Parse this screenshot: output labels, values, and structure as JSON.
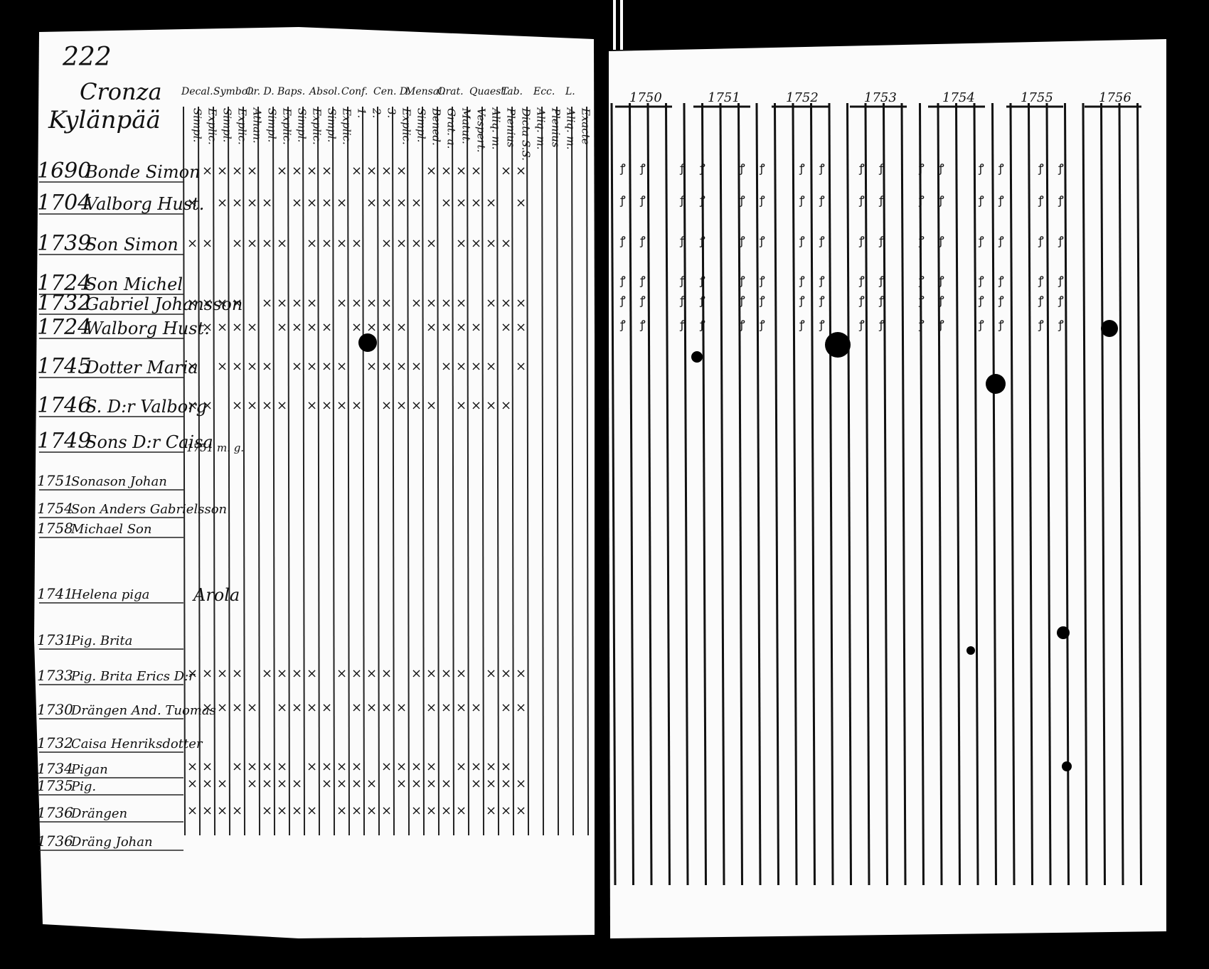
{
  "page_number": "222",
  "parish_title": [
    "Cronza",
    "Kylänpää"
  ],
  "column_group_headers": [
    "Decal.",
    "Symbol.",
    "Or. D.",
    "Baps.",
    "Absol.",
    "Conf.",
    "Cen. D.",
    "Mensal.",
    "Orat.",
    "Quaest.",
    "Tab.",
    "Ecc.",
    "L."
  ],
  "sub_columns": [
    "Simpl.",
    "Explic.",
    "Simpl.",
    "Explic.",
    "Athan.",
    "Simpl.",
    "Explic.",
    "Simpl.",
    "Explic.",
    "Simpl.",
    "Explic.",
    "1.",
    "2.",
    "3.",
    "Explic.",
    "Simpl.",
    "Bened.",
    "Grat. a.",
    "Matut.",
    "Vespert.",
    "Aliq. m.",
    "Plenius",
    "Dicta S.S.",
    "Aliq. m.",
    "Plenius",
    "Aliq. m.",
    "Exacte"
  ],
  "year_headers": [
    "1750",
    "1751",
    "1752",
    "1753",
    "1754",
    "1755",
    "1756"
  ],
  "entries": [
    {
      "birth": "1690",
      "name": "Bonde Simon"
    },
    {
      "birth": "1704",
      "name": "Valborg Hust."
    },
    {
      "birth": "1739",
      "name": "Son Simon"
    },
    {
      "birth": "1724",
      "name": "Son Michel"
    },
    {
      "birth": "1732",
      "name": "Gabriel Johansson"
    },
    {
      "birth": "1724",
      "name": "Walborg Hust."
    },
    {
      "birth": "1745",
      "name": "Dotter Maria"
    },
    {
      "birth": "1746",
      "name": "S. D:r Valborg"
    },
    {
      "birth": "1749",
      "name": "Sons D:r Caisa"
    },
    {
      "birth": "1751",
      "name": "Sonason Johan"
    },
    {
      "birth": "1754",
      "name": "Son Anders Gabrielsson"
    },
    {
      "birth": "1758",
      "name": "Michael Son"
    },
    {
      "birth": "1741",
      "name": "Helena piga"
    },
    {
      "birth": "1731",
      "name": "Pig. Brita"
    },
    {
      "birth": "1733",
      "name": "Pig. Brita Erics D:r"
    },
    {
      "birth": "1730",
      "name": "Drängen And. Tuomas"
    },
    {
      "birth": "1732",
      "name": "Caisa Henriksdotter"
    },
    {
      "birth": "1734",
      "name": "Pigan"
    },
    {
      "birth": "1735",
      "name": "Pig."
    },
    {
      "birth": "1736",
      "name": "Drängen"
    },
    {
      "birth": "1736",
      "name": "Dräng Johan"
    }
  ],
  "side_notes": {
    "helena_place": "Arola",
    "row9_note": "1751 m. g."
  }
}
